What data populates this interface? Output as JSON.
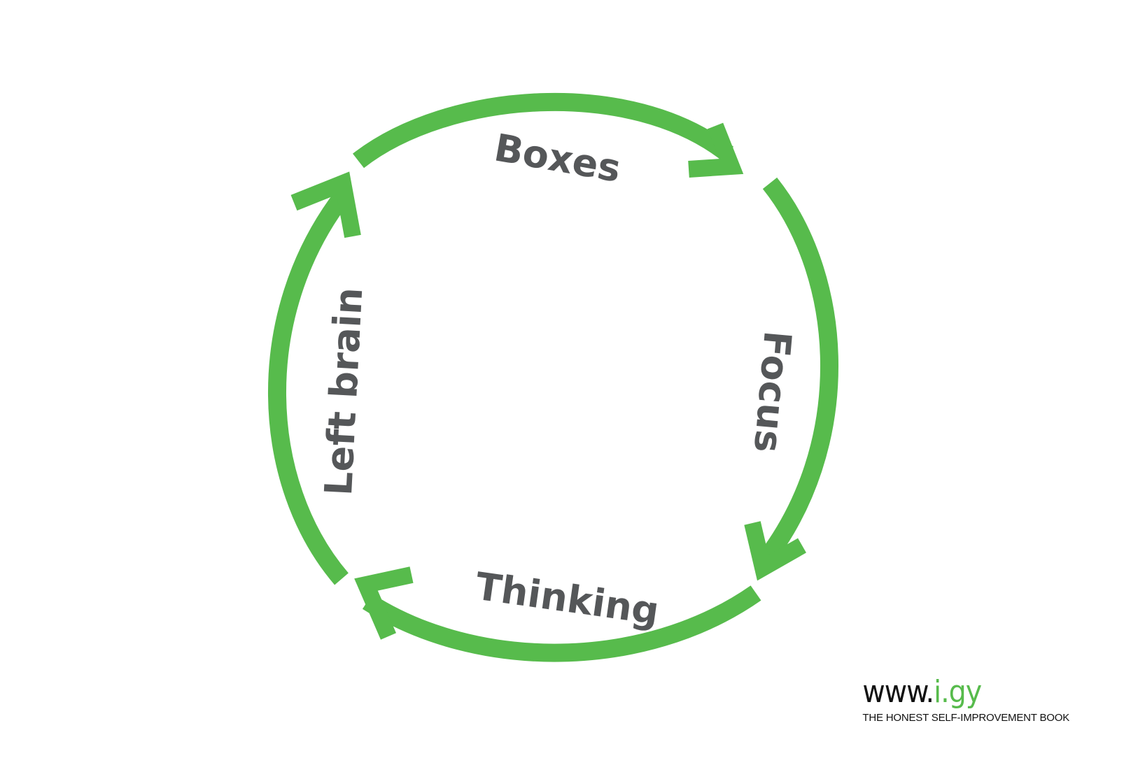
{
  "diagram": {
    "accent_color": "#57bb4c",
    "label_color": "#555759",
    "cycle": [
      {
        "label": "Boxes"
      },
      {
        "label": "Focus"
      },
      {
        "label": "Thinking"
      },
      {
        "label": "Left brain"
      }
    ]
  },
  "brand": {
    "url_prefix": "www.",
    "url_accent": "i.gy",
    "tagline": "THE HONEST SELF-IMPROVEMENT BOOK"
  }
}
